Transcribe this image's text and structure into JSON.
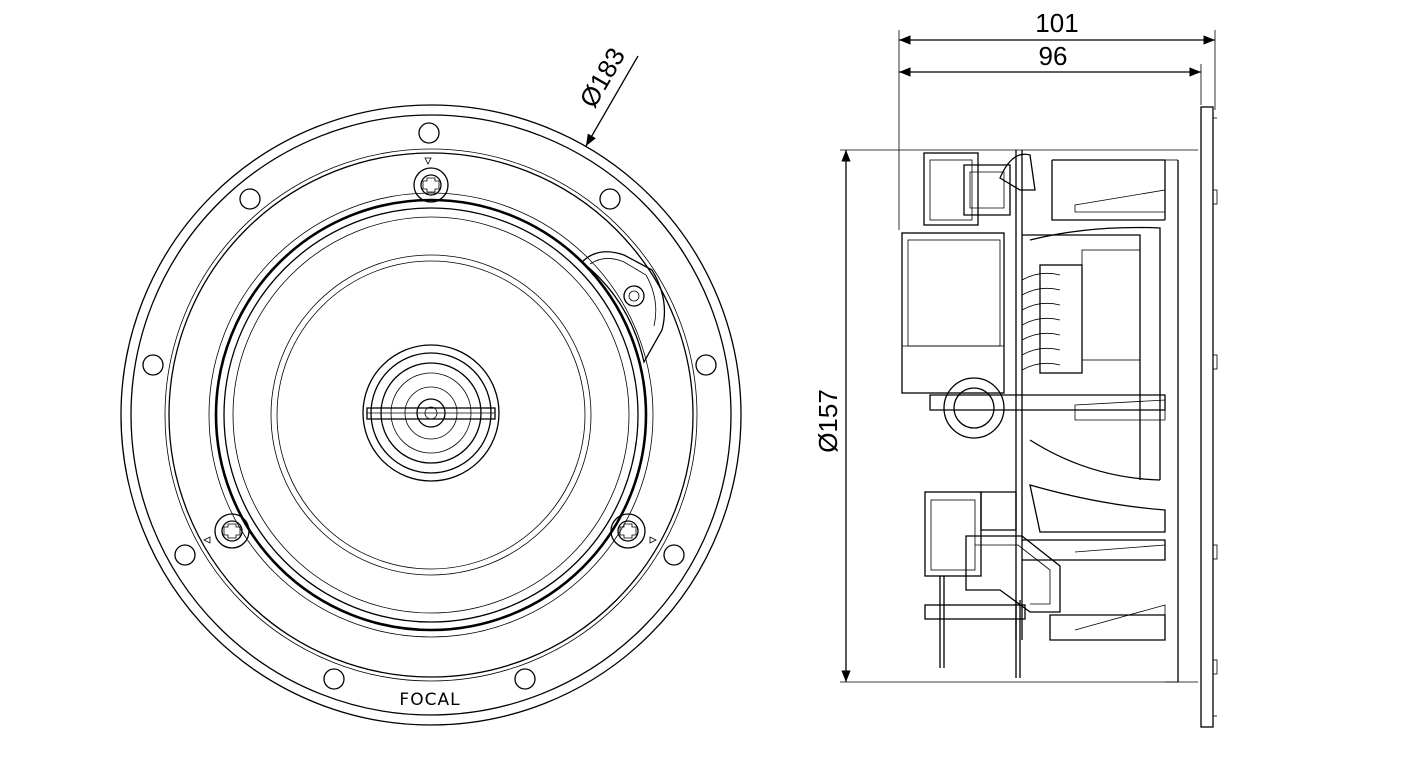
{
  "dimensions": {
    "outer_diameter": "Ø183",
    "cutout_diameter": "Ø157",
    "total_depth": "101",
    "mount_depth": "96"
  },
  "front_view": {
    "brand_logo": "FOCAL"
  }
}
